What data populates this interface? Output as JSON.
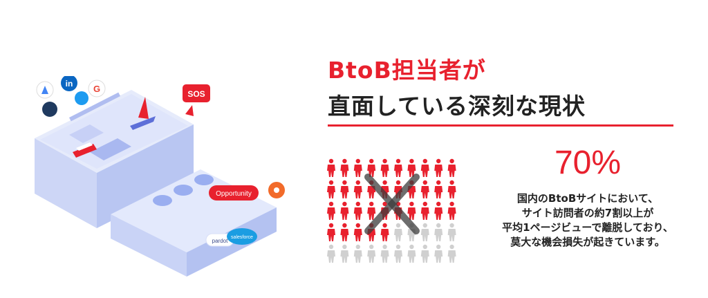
{
  "headline": {
    "line1": "BtoB担当者が",
    "line2": "直面している深刻な現状"
  },
  "stat": {
    "value": "70%",
    "description": [
      "国内のBtoBサイトにおいて、",
      "サイト訪問者の約7割以上が",
      "平均1ページビューで離脱しており、",
      "莫大な機会損失が起きています。"
    ]
  },
  "illustration": {
    "sos_label": "SOS",
    "opportunity_label": "Opportunity",
    "pardot_label": "pardot",
    "salesforce_label": "salesforce",
    "linkedin_label": "in",
    "google_label": "G"
  },
  "people_grid": {
    "rows": 5,
    "columns": 10,
    "highlighted": 35,
    "highlight_color": "#e8212e",
    "muted_color": "#d0d0d0"
  },
  "colors": {
    "accent": "#e8212e",
    "text": "#222222"
  }
}
